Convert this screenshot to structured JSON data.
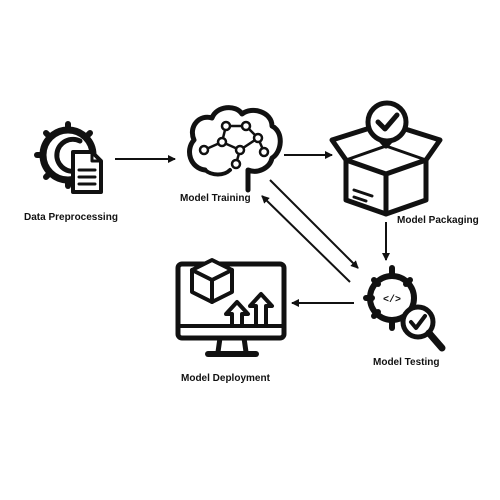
{
  "stages": {
    "preprocessing": {
      "label": "Data Preprocessing",
      "icon": "gear-document-icon"
    },
    "training": {
      "label": "Model Training",
      "icon": "brain-circuit-icon"
    },
    "packaging": {
      "label": "Model Packaging",
      "icon": "box-checkmark-icon"
    },
    "testing": {
      "label": "Model Testing",
      "icon": "gear-code-magnifier-icon"
    },
    "deployment": {
      "label": "Model Deployment",
      "icon": "monitor-upload-icon"
    }
  },
  "edges": [
    {
      "from": "preprocessing",
      "to": "training"
    },
    {
      "from": "training",
      "to": "packaging"
    },
    {
      "from": "packaging",
      "to": "testing"
    },
    {
      "from": "testing",
      "to": "training"
    },
    {
      "from": "training",
      "to": "testing"
    },
    {
      "from": "testing",
      "to": "deployment"
    }
  ],
  "colors": {
    "ink": "#111111",
    "background": "#ffffff"
  }
}
